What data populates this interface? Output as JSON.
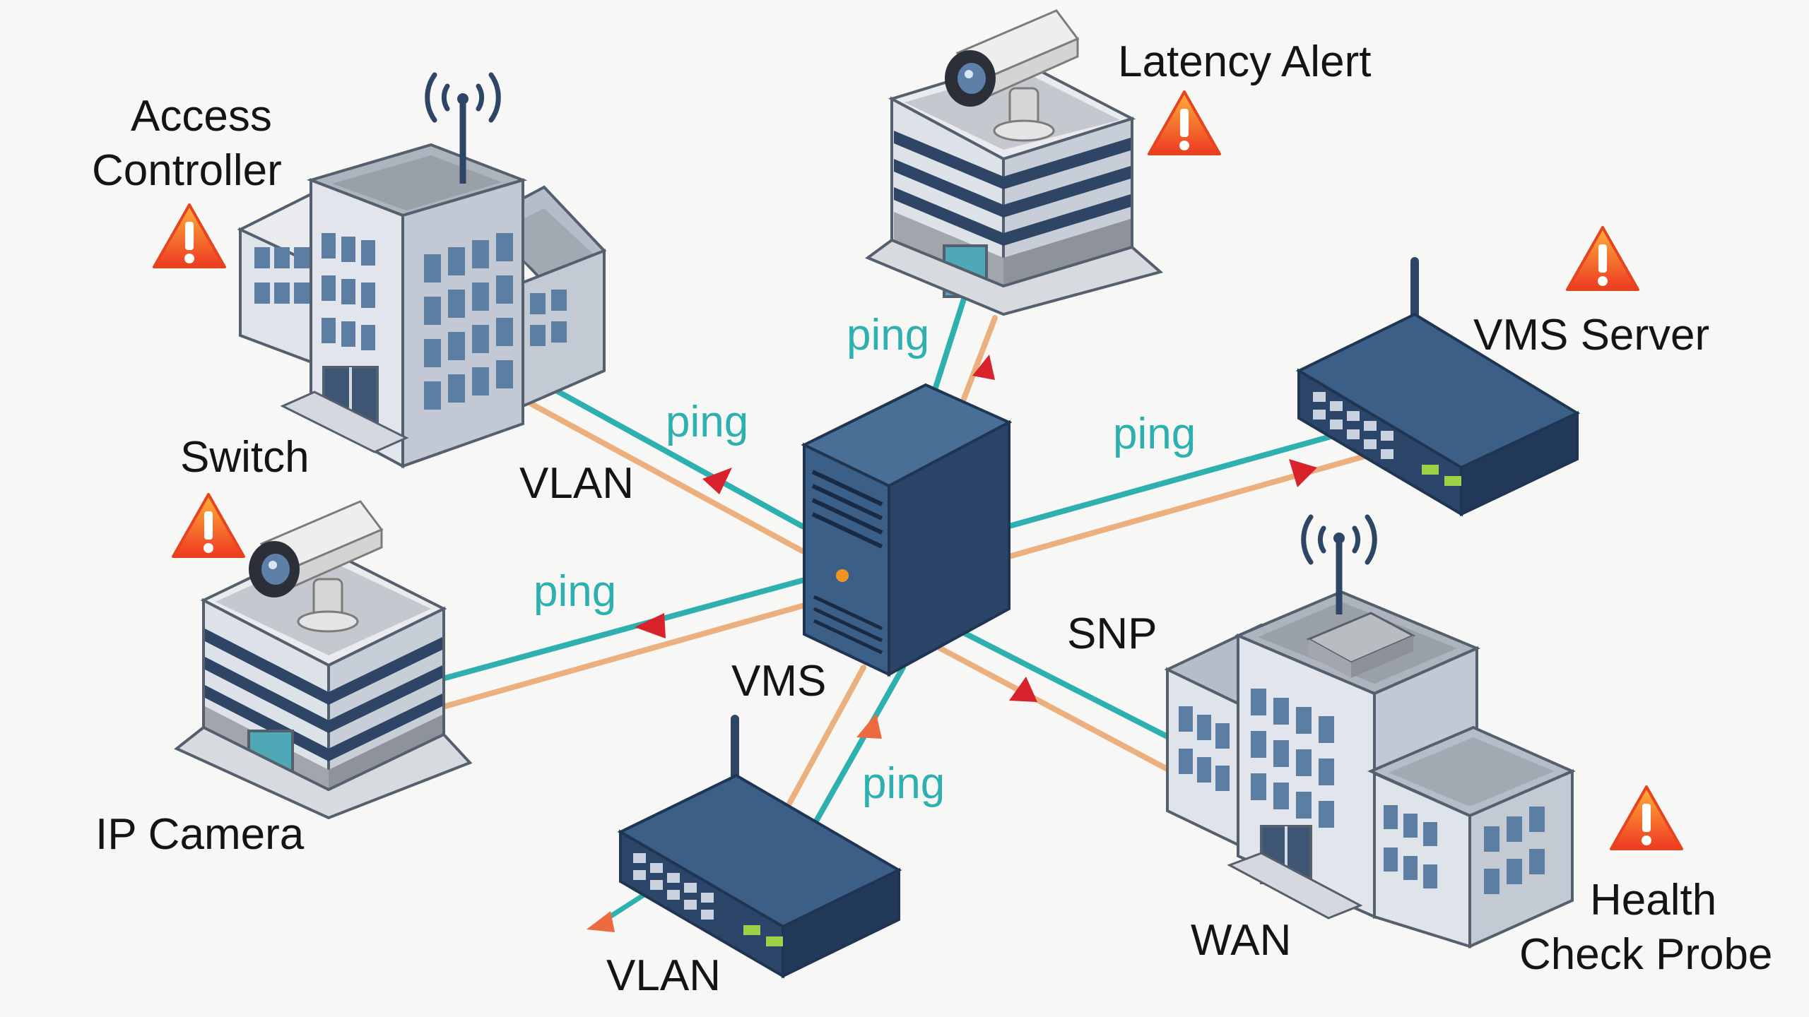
{
  "colors": {
    "background": "#f7f7f6",
    "link_teal": "#2fb0b0",
    "link_orange": "#ecb07e",
    "arrow_red": "#d8222c",
    "arrow_orange": "#ec6a40",
    "alert_orange": "#f1572a",
    "device_navy": "#2e4566",
    "server_blue": "#3b5f86"
  },
  "labels": {
    "access_controller_line1": "Access",
    "access_controller_line2": "Controller",
    "switch": "Switch",
    "vlan_top": "VLAN",
    "ip_camera": "IP Camera",
    "latency_alert": "Latency Alert",
    "vms_server": "VMS Server",
    "vms": "VMS",
    "snp": "SNP",
    "vlan_bottom": "VLAN",
    "wan": "WAN",
    "health_line1": "Health",
    "health_line2": "Check Probe"
  },
  "link_labels": {
    "access": "ping",
    "camera": "ping",
    "latency": "ping",
    "vms_server": "ping",
    "router": "ping"
  },
  "icons": {
    "alert": "warning-triangle-icon",
    "wifi": "wifi-signal-icon",
    "camera": "security-camera-icon"
  }
}
